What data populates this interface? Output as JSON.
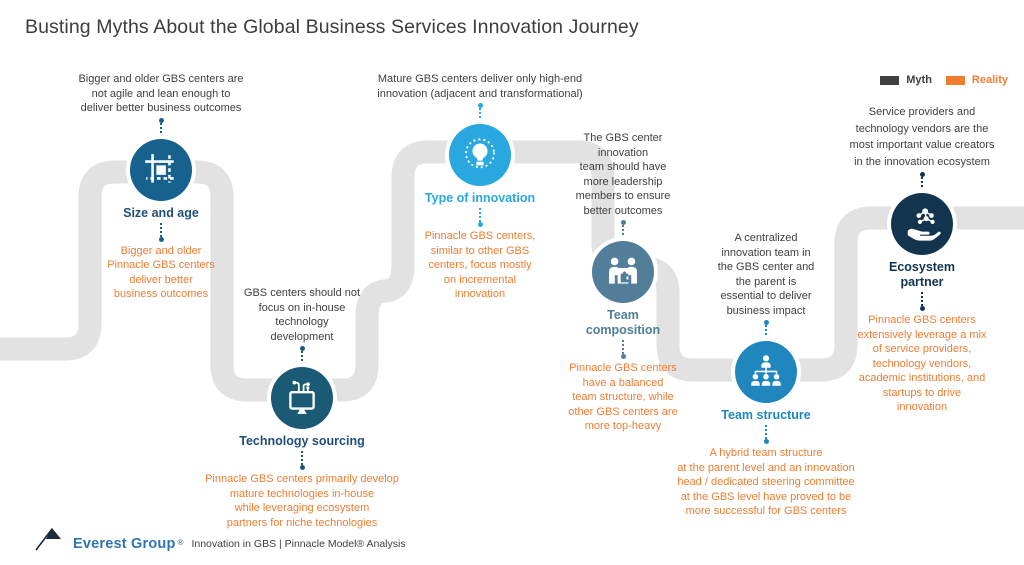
{
  "header": {
    "title": "Busting Myths About the Global Business Services Innovation Journey"
  },
  "legend": {
    "myth_label": "Myth",
    "reality_label": "Reality",
    "myth_color": "#404040",
    "reality_color": "#ED7D31"
  },
  "colors": {
    "path": "#E2E2E2"
  },
  "stages": [
    {
      "name": "Size and age",
      "icon": "crop-icon",
      "color": "#17618E",
      "label_color": "#1F4E79",
      "myth": "Bigger and older GBS centers are\nnot agile and lean enough to\ndeliver better business outcomes",
      "reality": "Bigger and older\nPinnacle GBS centers\ndeliver better\nbusiness outcomes"
    },
    {
      "name": "Technology sourcing",
      "icon": "monitor-sprout-icon",
      "color": "#1B5A74",
      "label_color": "#1F4E79",
      "myth": "GBS centers should not\nfocus on in-house\ntechnology\ndevelopment",
      "reality": "Pinnacle GBS centers primarily develop\nmature technologies in-house\nwhile leveraging ecosystem\npartners for niche technologies"
    },
    {
      "name": "Type of innovation",
      "icon": "lightbulb-icon",
      "color": "#29A8DF",
      "label_color": "#29A8DF",
      "myth": "Mature GBS centers deliver only high-end\ninnovation (adjacent and transformational)",
      "reality": "Pinnacle GBS centers,\nsimilar to other GBS\ncenters, focus mostly\non incremental\ninnovation"
    },
    {
      "name": "Team\ncomposition",
      "icon": "people-puzzle-icon",
      "color": "#527E99",
      "label_color": "#4E7E97",
      "myth": "The GBS center\ninnovation\nteam should have\nmore leadership\nmembers to ensure\nbetter outcomes",
      "reality": "Pinnacle GBS centers\nhave a balanced\nteam structure, while\nother GBS centers are\nmore top-heavy"
    },
    {
      "name": "Team structure",
      "icon": "org-chart-icon",
      "color": "#1F87BD",
      "label_color": "#1F87BD",
      "myth": "A centralized\ninnovation team in\nthe GBS center and\nthe parent is\nessential to deliver\nbusiness impact",
      "reality": "A hybrid team structure\nat the parent level and an innovation\nhead / dedicated steering committee\nat the GBS level have proved to be\nmore successful for GBS centers"
    },
    {
      "name": "Ecosystem\npartner",
      "icon": "hand-network-icon",
      "color": "#12344F",
      "label_color": "#12344F",
      "myth": "Service providers and\ntechnology vendors are the\nmost important value creators\nin the innovation ecosystem",
      "reality": "Pinnacle GBS centers\nextensively leverage a mix\nof service providers,\ntechnology vendors,\nacademic institutions, and\nstartups to drive\ninnovation"
    }
  ],
  "footer": {
    "brand": "Everest Group",
    "brand_reg": "®",
    "brand_color": "#2E74B5",
    "caption": "Innovation in GBS | Pinnacle Model® Analysis"
  }
}
